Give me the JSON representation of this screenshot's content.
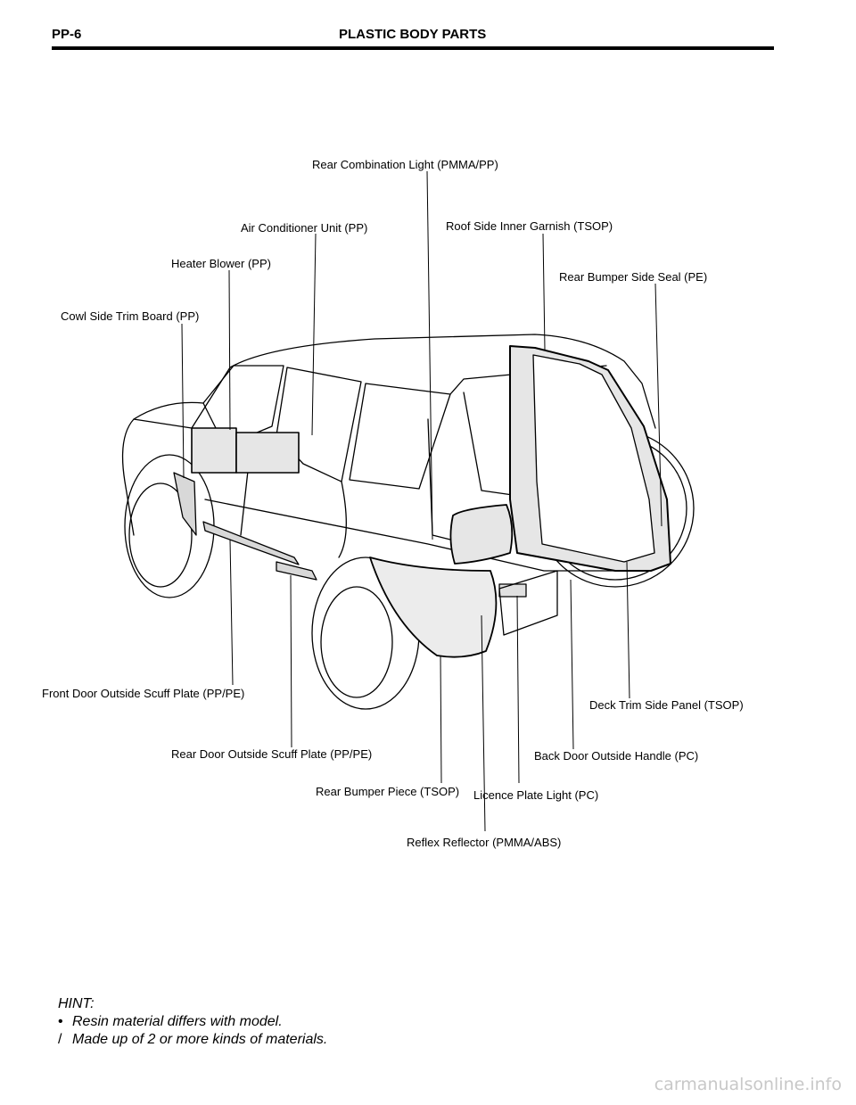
{
  "header": {
    "page_id": "PP-6",
    "title": "PLASTIC BODY PARTS"
  },
  "labels": {
    "rear_combination_light": "Rear Combination Light (PMMA/PP)",
    "air_conditioner_unit": "Air Conditioner Unit (PP)",
    "roof_side_inner_garnish": "Roof Side Inner Garnish (TSOP)",
    "heater_blower": "Heater Blower (PP)",
    "rear_bumper_side_seal": "Rear Bumper Side Seal (PE)",
    "cowl_side_trim_board": "Cowl Side Trim Board (PP)",
    "front_door_scuff_plate": "Front Door Outside Scuff Plate (PP/PE)",
    "deck_trim_side_panel": "Deck Trim Side Panel (TSOP)",
    "rear_door_scuff_plate": "Rear Door Outside Scuff Plate (PP/PE)",
    "back_door_outside_handle": "Back Door Outside Handle (PC)",
    "rear_bumper_piece": "Rear Bumper Piece (TSOP)",
    "licence_plate_light": "Licence Plate Light (PC)",
    "reflex_reflector": "Reflex Reflector (PMMA/ABS)"
  },
  "hint": {
    "heading": "HINT:",
    "items": [
      {
        "mark": "•",
        "text": "Resin material differs with model."
      },
      {
        "mark": "/",
        "text": "Made up of 2 or more kinds of materials."
      }
    ]
  },
  "watermark": "carmanualsonline.info"
}
